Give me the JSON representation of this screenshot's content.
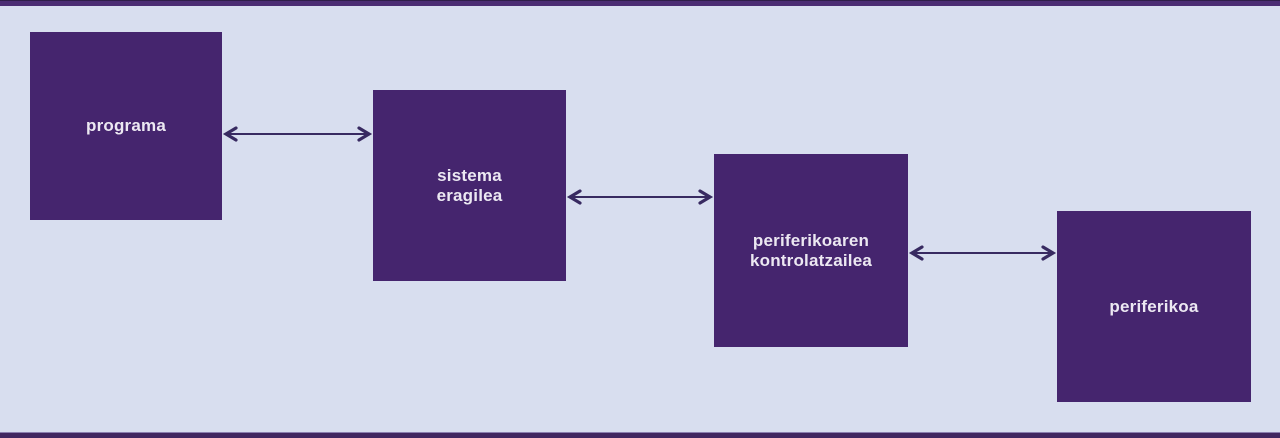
{
  "diagram": {
    "nodes": [
      {
        "id": "programa",
        "label": "programa"
      },
      {
        "id": "sistema-eragilea",
        "label": "sistema\neragilea"
      },
      {
        "id": "periferikoaren-kontrolatzailea",
        "label": "periferikoaren\nkontrolatzailea"
      },
      {
        "id": "periferikoa",
        "label": "periferikoa"
      }
    ],
    "edges": [
      {
        "from": "programa",
        "to": "sistema-eragilea",
        "bidirectional": true
      },
      {
        "from": "sistema-eragilea",
        "to": "periferikoaren-kontrolatzailea",
        "bidirectional": true
      },
      {
        "from": "periferikoaren-kontrolatzailea",
        "to": "periferikoa",
        "bidirectional": true
      }
    ],
    "colors": {
      "background": "#d8deef",
      "node_fill": "#45256e",
      "node_text": "#ece8f2",
      "arrow": "#382a61",
      "frame_bar_top": "#4b2c73",
      "frame_bar_bottom": "#412760"
    }
  }
}
